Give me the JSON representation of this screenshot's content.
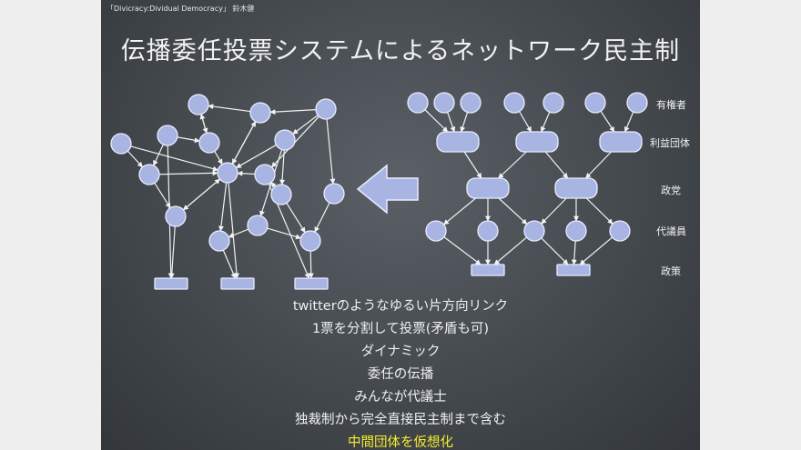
{
  "slide": {
    "header": "「Divicracy:Dividual Democracy」 鈴木健",
    "title": "伝播委任投票システムによるネットワーク民主制"
  },
  "diagram": {
    "levels": [
      "有権者",
      "利益団体",
      "政党",
      "代議員",
      "政策"
    ]
  },
  "bullets": [
    "twitterのようなゆるい片方向リンク",
    "1票を分割して投票(矛盾も可)",
    "ダイナミック",
    "委任の伝播",
    "みんなが代議士",
    "独裁制から完全直接民主制まで含む",
    "中間団体を仮想化"
  ],
  "highlight_index": 6,
  "colors": {
    "node_fill": "#a8b4e2",
    "node_stroke": "#e8ecff",
    "edge": "#f2f2f2",
    "arrow": "#a8b4e2",
    "highlight": "#f3ea2e"
  }
}
